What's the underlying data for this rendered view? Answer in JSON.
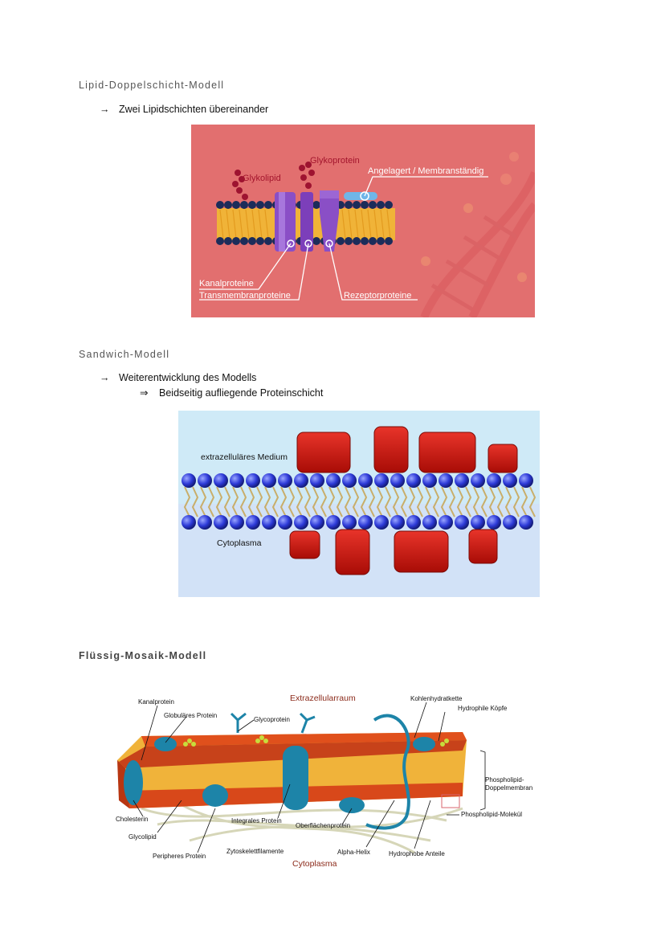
{
  "sections": {
    "lipid": {
      "heading": "Lipid-Doppelschicht-Modell",
      "bullet_arrow": "→",
      "bullet": "Zwei Lipidschichten übereinander",
      "figure": {
        "glykolipid": "Glykolipid",
        "glykoprotein": "Glykoprotein",
        "angelagert": "Angelagert / Membranständig",
        "kanalproteine": "Kanalproteine",
        "transmembran": "Transmembranproteine",
        "rezeptor": "Rezeptorproteine"
      }
    },
    "sandwich": {
      "heading": "Sandwich-Modell",
      "bullet_arrow": "→",
      "bullet": "Weiterentwicklung des Modells",
      "sub_arrow": "⇒",
      "sub_bullet": "Beidseitig aufliegende Proteinschicht",
      "figure": {
        "extra": "extrazelluläres Medium",
        "cyto": "Cytoplasma"
      }
    },
    "mosaik": {
      "heading": "Flüssig-Mosaik-Modell",
      "figure": {
        "extrazellularraum": "Extrazellularraum",
        "cytoplasma": "Cytoplasma",
        "kanalprotein": "Kanalprotein",
        "globulaeres": "Globuläres Protein",
        "glycoprotein": "Glycoprotein",
        "kohlenhydratkette": "Kohlenhydratkette",
        "hydrophile": "Hydrophile Köpfe",
        "phospholipid_doppel_1": "Phospholipid-",
        "phospholipid_doppel_2": "Doppelmembran",
        "phospholipid_molekuel": "Phospholipid-Molekül",
        "cholesterin": "Cholesterin",
        "glycolipid": "Glycolipid",
        "integrales": "Integrales Protein",
        "oberflaechen": "Oberflächenprotein",
        "peripheres": "Peripheres Protein",
        "zytoskelett": "Zytoskelettfilamente",
        "alpha": "Alpha-Helix",
        "hydrophobe": "Hydrophobe Anteile"
      }
    }
  },
  "colors": {
    "fig1_bg": "#e26f6f",
    "protein_purple": "#8a4fc6",
    "fig2_top": "#cfeaf7",
    "fig2_bottom": "#d2e2f7",
    "box_red": "#c8140c",
    "head_blue": "#2d3ad8",
    "membrane_orange": "#e0501c",
    "protein_teal": "#1d84a8"
  }
}
